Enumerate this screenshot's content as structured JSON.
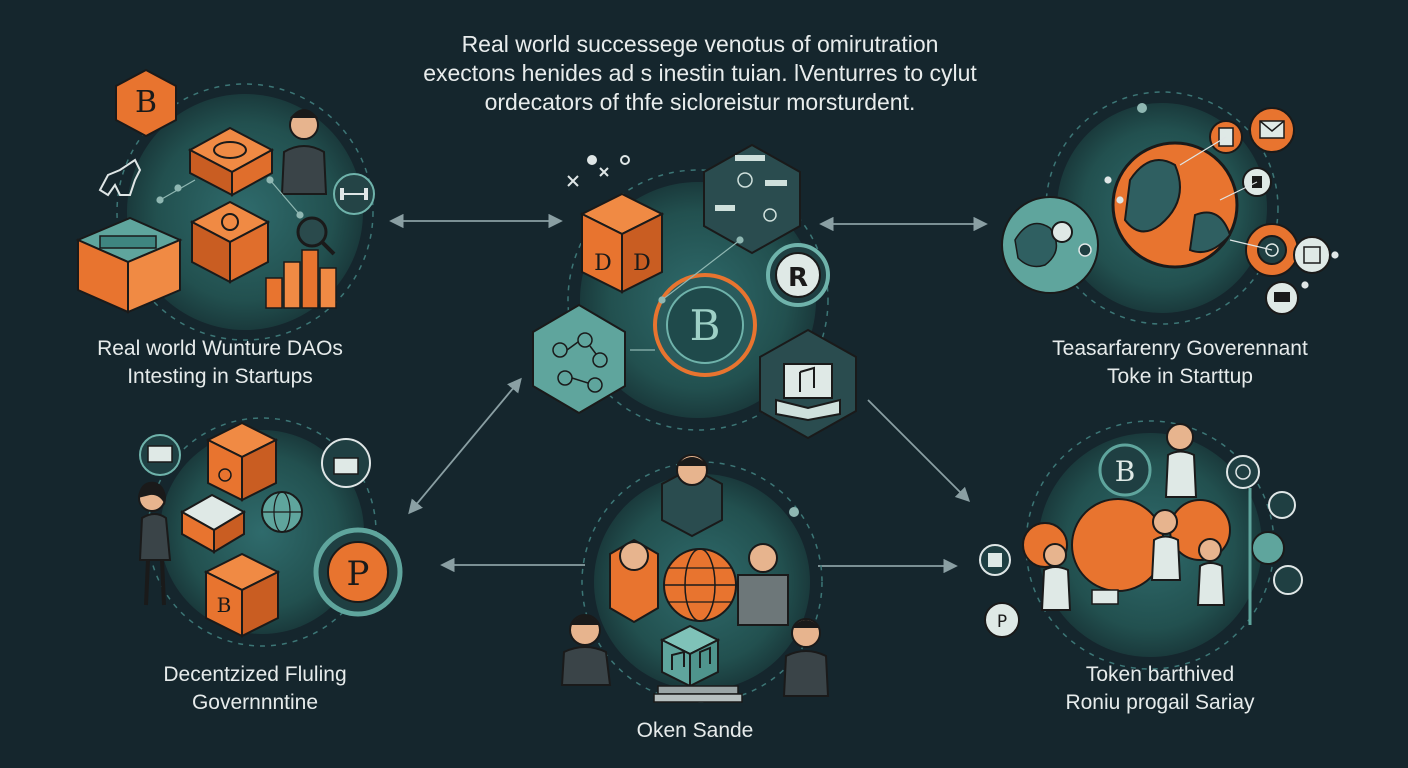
{
  "heading": {
    "line1": "Real world successege venotus of omirutration",
    "line2": "exectons henides ad s inestin tuian. lVenturres to cylut",
    "line3": "ordecators of thfe sicloreistur morsturdent."
  },
  "nodes": {
    "top_left": {
      "line1": "Real world Wunture DAOs",
      "line2": "Intesting in Startups"
    },
    "top_right": {
      "line1": "Teasarfarenry Goverennant",
      "line2": "Toke in Starttup"
    },
    "bottom_left": {
      "line1": "Decentzized Fluling",
      "line2": "Governnntine"
    },
    "bottom_center": {
      "line1": "Oken Sande"
    },
    "bottom_right": {
      "line1": "Token barthived",
      "line2": "Roniu progail Sariay"
    }
  },
  "icon_letters": {
    "bitcoin": "B",
    "p_coin": "P",
    "cube_d": "D",
    "cube_b": "B",
    "token_r": "R"
  },
  "colors": {
    "background": "#15262d",
    "teal": "#2e6a6b",
    "teal_light": "#6fb3ab",
    "orange": "#e8742f",
    "text": "#e6ebeb",
    "arrow": "#8a9fa3"
  }
}
